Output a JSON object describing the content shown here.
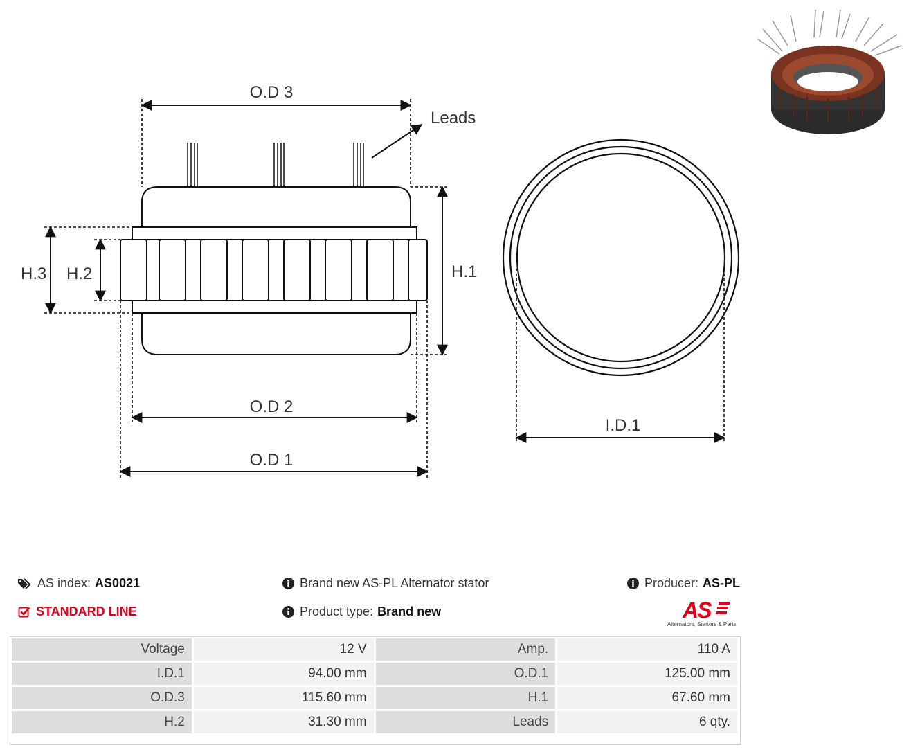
{
  "diagram": {
    "od3": "O.D 3",
    "leads": "Leads",
    "h1": "H.1",
    "h2": "H.2",
    "h3": "H.3",
    "od2": "O.D 2",
    "od1": "O.D 1",
    "id1": "I.D.1"
  },
  "info": {
    "as_index_label": "AS index:",
    "as_index_value": "AS0021",
    "line_label": "STANDARD LINE",
    "description": "Brand new AS-PL Alternator stator",
    "product_type_label": "Product type:",
    "product_type_value": "Brand new",
    "producer_label": "Producer:",
    "producer_value": "AS-PL"
  },
  "logo": {
    "mark": "AS",
    "tagline": "Alternators, Starters & Parts",
    "color": "#e2001a"
  },
  "specs": [
    {
      "k1": "Voltage",
      "v1": "12 V",
      "k2": "Amp.",
      "v2": "110 A"
    },
    {
      "k1": "I.D.1",
      "v1": "94.00 mm",
      "k2": "O.D.1",
      "v2": "125.00 mm"
    },
    {
      "k1": "O.D.3",
      "v1": "115.60 mm",
      "k2": "H.1",
      "v2": "67.60 mm"
    },
    {
      "k1": "H.2",
      "v1": "31.30 mm",
      "k2": "Leads",
      "v2": "6 qty."
    }
  ]
}
